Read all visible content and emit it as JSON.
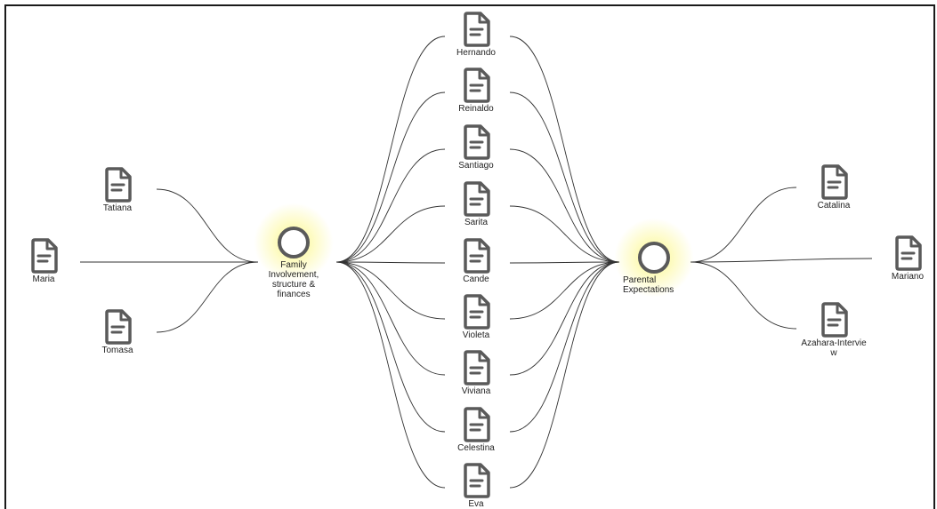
{
  "diagram": {
    "codes": [
      {
        "id": "family",
        "label": "Family Involvement, structure & finances"
      },
      {
        "id": "parental",
        "label": "Parental Expectations"
      }
    ],
    "documents": [
      {
        "id": "maria",
        "label": "Maria"
      },
      {
        "id": "tatiana",
        "label": "Tatiana"
      },
      {
        "id": "tomasa",
        "label": "Tomasa"
      },
      {
        "id": "hernando",
        "label": "Hernando"
      },
      {
        "id": "reinaldo",
        "label": "Reinaldo"
      },
      {
        "id": "santiago",
        "label": "Santiago"
      },
      {
        "id": "sarita",
        "label": "Sarita"
      },
      {
        "id": "cande",
        "label": "Cande"
      },
      {
        "id": "violeta",
        "label": "Violeta"
      },
      {
        "id": "viviana",
        "label": "Viviana"
      },
      {
        "id": "celestina",
        "label": "Celestina"
      },
      {
        "id": "eva",
        "label": "Eva"
      },
      {
        "id": "catalina",
        "label": "Catalina"
      },
      {
        "id": "mariano",
        "label": "Mariano"
      },
      {
        "id": "azahara",
        "label": "Azahara-Intervie w"
      }
    ],
    "links": [
      [
        "maria",
        "family"
      ],
      [
        "tatiana",
        "family"
      ],
      [
        "tomasa",
        "family"
      ],
      [
        "hernando",
        "family"
      ],
      [
        "reinaldo",
        "family"
      ],
      [
        "santiago",
        "family"
      ],
      [
        "sarita",
        "family"
      ],
      [
        "cande",
        "family"
      ],
      [
        "violeta",
        "family"
      ],
      [
        "viviana",
        "family"
      ],
      [
        "celestina",
        "family"
      ],
      [
        "eva",
        "family"
      ],
      [
        "hernando",
        "parental"
      ],
      [
        "reinaldo",
        "parental"
      ],
      [
        "santiago",
        "parental"
      ],
      [
        "sarita",
        "parental"
      ],
      [
        "cande",
        "parental"
      ],
      [
        "violeta",
        "parental"
      ],
      [
        "viviana",
        "parental"
      ],
      [
        "celestina",
        "parental"
      ],
      [
        "eva",
        "parental"
      ],
      [
        "catalina",
        "parental"
      ],
      [
        "mariano",
        "parental"
      ],
      [
        "azahara",
        "parental"
      ]
    ],
    "colors": {
      "edge": "#333333",
      "icon": "#5a5a5a",
      "glow": "#faf678"
    },
    "icon_name": "document-icon"
  }
}
